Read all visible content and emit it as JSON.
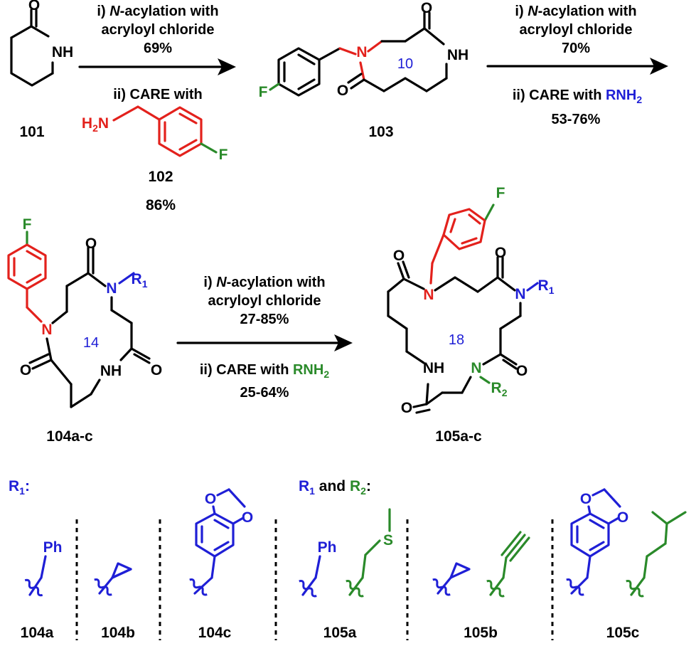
{
  "colors": {
    "red": "#e3211c",
    "blue": "#1f1fd6",
    "green": "#2a8a2a",
    "black": "#000000"
  },
  "step1": {
    "line1_prefix": "i) ",
    "line1_italic": "N",
    "line1_suffix": "-acylation with",
    "line2": "acryloyl chloride",
    "yield": "69%",
    "line3": "ii) CARE with"
  },
  "step2": {
    "line1_prefix": "i) ",
    "line1_italic": "N",
    "line1_suffix": "-acylation with",
    "line2": "acryloyl chloride",
    "yield": "70%",
    "line3_prefix": "ii) CARE with ",
    "line3_reagent": "RNH",
    "line3_sub": "2",
    "yield2": "53-76%"
  },
  "step3": {
    "line1_prefix": "i) ",
    "line1_italic": "N",
    "line1_suffix": "-acylation with",
    "line2": "acryloyl chloride",
    "yield": "27-85%",
    "line3_prefix": "ii) CARE with ",
    "line3_reagent": "RNH",
    "line3_sub": "2",
    "yield2": "25-64%"
  },
  "compounds": {
    "c101": "101",
    "c102": "102",
    "c102_yield": "86%",
    "c103": "103",
    "c104": "104a-c",
    "c105": "105a-c"
  },
  "ring_sizes": {
    "r103": "10",
    "r104": "14",
    "r105": "18"
  },
  "atoms": {
    "O": "O",
    "NH": "NH",
    "N": "N",
    "F": "F",
    "H2N_H": "H",
    "H2N_sub": "2",
    "H2N_N": "N",
    "R": "R",
    "R1_sub": "1",
    "R2_sub": "2",
    "Ph": "Ph",
    "S": "S"
  },
  "legend": {
    "r1_label": "R",
    "r1_sub": "1",
    "r1_colon": ":",
    "r12_R1": "R",
    "r12_sub1": "1",
    "r12_and": " and ",
    "r12_R2": "R",
    "r12_sub2": "2",
    "r12_colon": ":",
    "items": [
      "104a",
      "104b",
      "104c",
      "105a",
      "105b",
      "105c"
    ]
  }
}
